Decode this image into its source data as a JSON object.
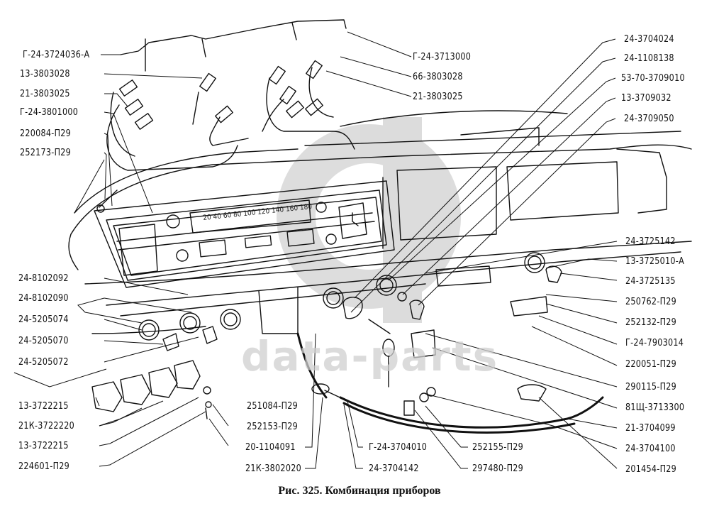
{
  "figure": {
    "caption": "Рис. 325. Комбинация приборов",
    "watermark": "data-parts",
    "speedometer_scale": "20 40 60 80 100 120 140 160 180"
  },
  "labels_left": [
    "Г-24-3724036-А",
    "13-3803028",
    "21-3803025",
    "Г-24-3801000",
    "220084-П29",
    "252173-П29",
    "24-8102092",
    "24-8102090",
    "24-5205074",
    "24-5205070",
    "24-5205072",
    "13-3722215",
    "21К-3722220",
    "13-3722215",
    "224601-П29"
  ],
  "labels_top_center": [
    "Г-24-3713000",
    "66-3803028",
    "21-3803025"
  ],
  "labels_right": [
    "24-3704024",
    "24-1108138",
    "53-70-3709010",
    "13-3709032",
    "24-3709050",
    "24-3725142",
    "13-3725010-А",
    "24-3725135",
    "250762-П29",
    "252132-П29",
    "Г-24-7903014",
    "220051-П29",
    "290115-П29",
    "81Щ-3713300",
    "21-3704099",
    "24-3704100",
    "201454-П29"
  ],
  "labels_bottom_center": [
    "251084-П29",
    "252153-П29",
    "20-1104091",
    "21К-3802020",
    "Г-24-3704010",
    "24-3704142",
    "252155-П29",
    "297480-П29"
  ]
}
